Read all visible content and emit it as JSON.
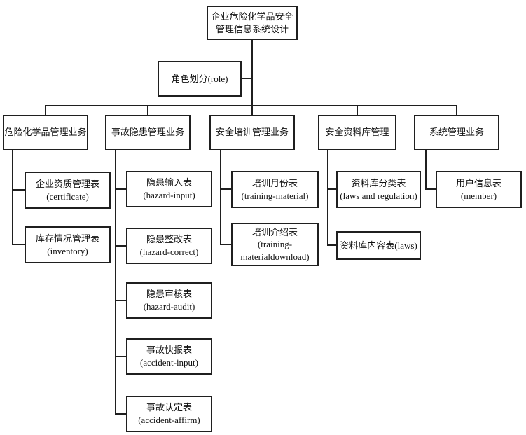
{
  "d": {
    "root": {
      "line1": "企业危险化学品安全",
      "line2": "管理信息系统设计"
    },
    "role": {
      "line1": "角色划分(role)"
    },
    "branches": [
      {
        "label": "危险化学品管理业务",
        "children": [
          {
            "line1": "企业资质管理表",
            "line2": "(certificate)"
          },
          {
            "line1": "库存情况管理表",
            "line2": "(inventory)"
          }
        ]
      },
      {
        "label": "事故隐患管理业务",
        "children": [
          {
            "line1": "隐患输入表",
            "line2": "(hazard-input)"
          },
          {
            "line1": "隐患整改表",
            "line2": "(hazard-correct)"
          },
          {
            "line1": "隐患审核表",
            "line2": "(hazard-audit)"
          },
          {
            "line1": "事故快报表",
            "line2": "(accident-input)"
          },
          {
            "line1": "事故认定表",
            "line2": "(accident-affirm)"
          }
        ]
      },
      {
        "label": "安全培训管理业务",
        "children": [
          {
            "line1": "培训月份表",
            "line2": "(training-material)"
          },
          {
            "line1": "培训介绍表",
            "line2": "(training-",
            "line3": "materialdownload)"
          }
        ]
      },
      {
        "label": "安全资料库管理",
        "children": [
          {
            "line1": "资料库分类表",
            "line2": "(laws and regulation)"
          },
          {
            "line1": "资料库内容表(laws)"
          }
        ]
      },
      {
        "label": "系统管理业务",
        "children": [
          {
            "line1": "用户信息表",
            "line2": "(member)"
          }
        ]
      }
    ],
    "colors": {
      "line": "#1f1f1f",
      "background": "#ffffff"
    }
  }
}
